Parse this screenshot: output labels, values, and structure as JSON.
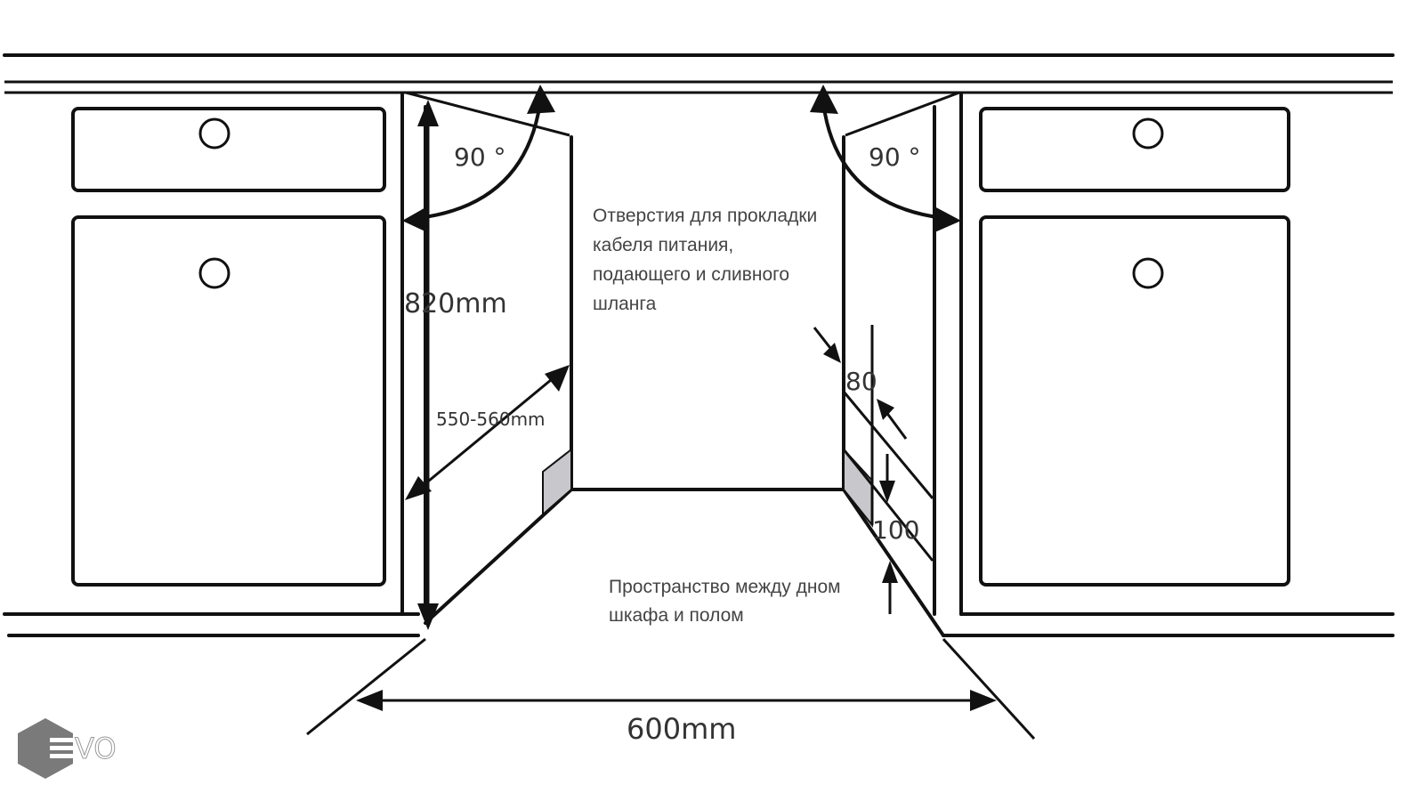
{
  "labels": {
    "angle_left": "90 °",
    "angle_right": "90 °",
    "height": "820mm",
    "depth": "550-560mm",
    "width": "600mm",
    "dim_80": "80",
    "dim_100": "100"
  },
  "notes": {
    "holes": [
      "Отверстия для прокладки",
      "кабеля питания,",
      "подающего и сливного",
      "шланга"
    ],
    "space": [
      "Пространство между дном",
      "шкафа и полом"
    ]
  },
  "logo": {
    "text": "EVO"
  }
}
